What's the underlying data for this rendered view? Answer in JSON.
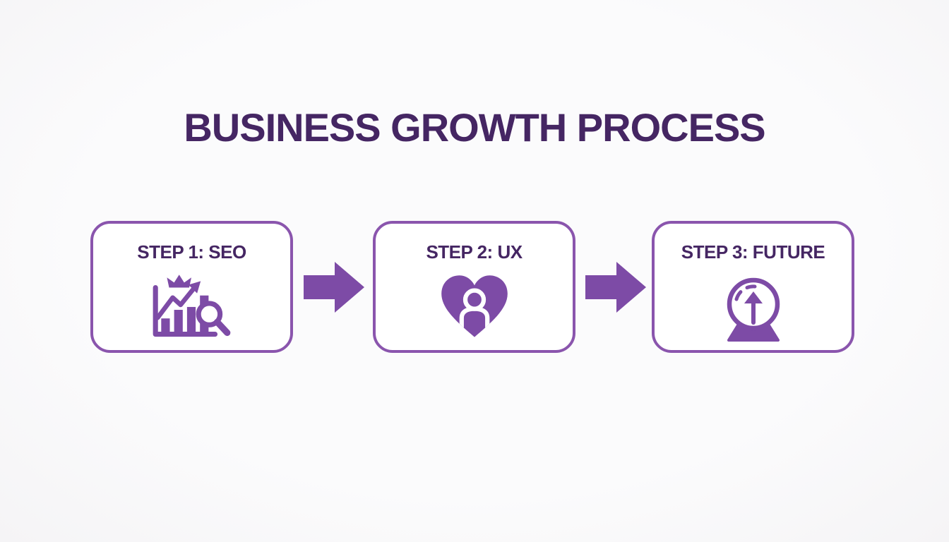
{
  "title": {
    "text": "BUSINESS GROWTH PROCESS"
  },
  "colors": {
    "background": "#fafafa",
    "title_text": "#452663",
    "step_label_text": "#452663",
    "box_border": "#8a55ad",
    "box_fill": "#ffffff",
    "icon_purple": "#7d4ba6",
    "arrow_purple": "#7d4ba6"
  },
  "steps": [
    {
      "label": "STEP 1: SEO",
      "icon": "seo-chart-crown-magnifier-icon"
    },
    {
      "label": "STEP 2: UX",
      "icon": "heart-user-icon"
    },
    {
      "label": "STEP 3: FUTURE",
      "icon": "crystal-ball-up-arrow-icon"
    }
  ],
  "connectors": [
    {
      "icon": "right-arrow-icon"
    },
    {
      "icon": "right-arrow-icon"
    }
  ]
}
